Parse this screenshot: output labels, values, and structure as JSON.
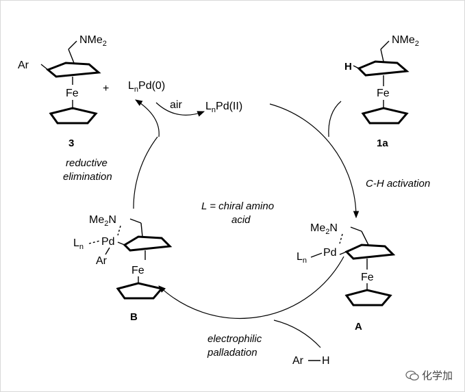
{
  "compounds": {
    "product": {
      "number": "3",
      "ar": "Ar",
      "nme2": "NMe",
      "nme2_sub": "2",
      "fe": "Fe"
    },
    "substrate": {
      "number": "1a",
      "h": "H",
      "nme2": "NMe",
      "nme2_sub": "2",
      "fe": "Fe"
    },
    "intermediate_a": {
      "label": "A",
      "me2n": "Me",
      "me2n_sub": "2",
      "me2n_n": "N",
      "ln": "L",
      "ln_sub": "n",
      "pd": "Pd",
      "fe": "Fe"
    },
    "intermediate_b": {
      "label": "B",
      "me2n": "Me",
      "me2n_sub": "2",
      "me2n_n": "N",
      "ln": "L",
      "ln_sub": "n",
      "pd": "Pd",
      "ar": "Ar",
      "fe": "Fe"
    }
  },
  "reagents": {
    "plus": "+",
    "pd0_l": "L",
    "pd0_sub": "n",
    "pd0_rest": "Pd(0)",
    "air": "air",
    "pd2_l": "L",
    "pd2_sub": "n",
    "pd2_rest": "Pd(II)",
    "arh_ar": "Ar",
    "arh_h": "H"
  },
  "steps": {
    "reductive_1": "reductive",
    "reductive_2": "elimination",
    "ch_activation": "C-H activation",
    "electrophilic_1": "electrophilic",
    "electrophilic_2": "palladation"
  },
  "center_note": {
    "line1": "L = chiral amino",
    "line2": "acid"
  },
  "watermark": "化学加"
}
